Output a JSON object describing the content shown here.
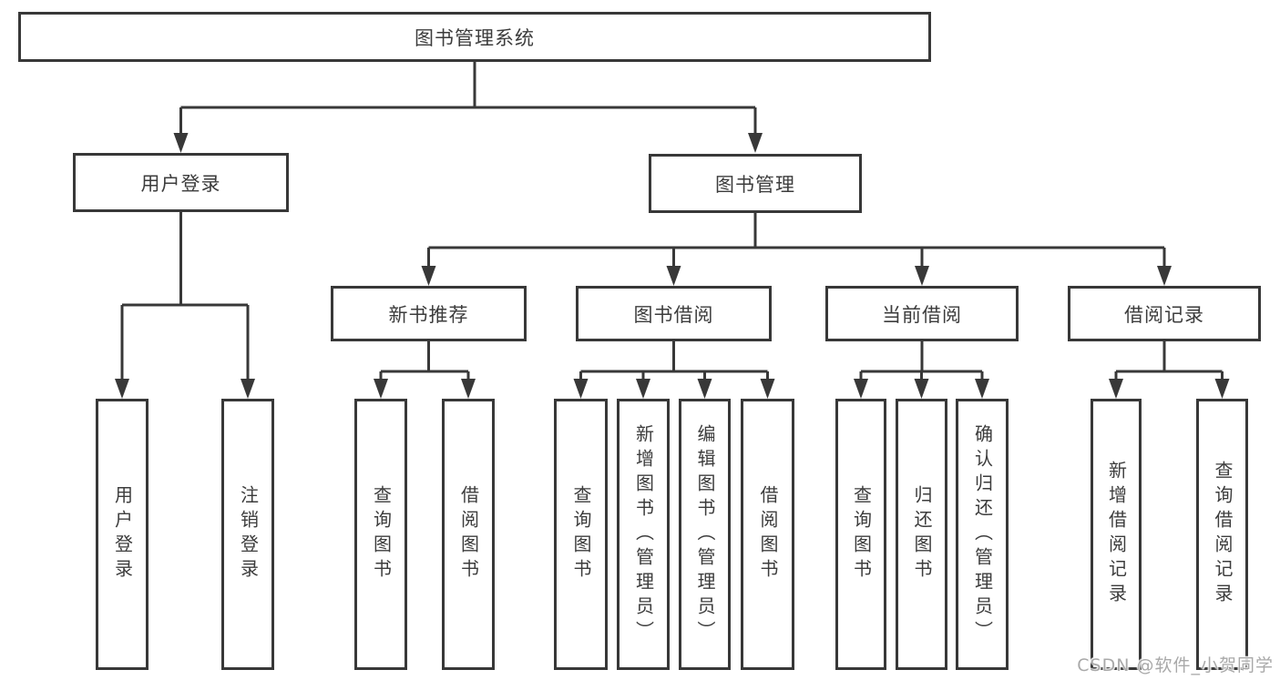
{
  "diagram": {
    "tree": {
      "root": {
        "label": "图书管理系统",
        "children": [
          {
            "label": "用户登录",
            "children": [
              {
                "label": "用户登录"
              },
              {
                "label": "注销登录"
              }
            ]
          },
          {
            "label": "图书管理",
            "children": [
              {
                "label": "新书推荐",
                "children": [
                  {
                    "label": "查询图书"
                  },
                  {
                    "label": "借阅图书"
                  }
                ]
              },
              {
                "label": "图书借阅",
                "children": [
                  {
                    "label": "查询图书"
                  },
                  {
                    "label": "新增图书（管理员）"
                  },
                  {
                    "label": "编辑图书（管理员）"
                  },
                  {
                    "label": "借阅图书"
                  }
                ]
              },
              {
                "label": "当前借阅",
                "children": [
                  {
                    "label": "查询图书"
                  },
                  {
                    "label": "归还图书"
                  },
                  {
                    "label": "确认归还（管理员）"
                  }
                ]
              },
              {
                "label": "借阅记录",
                "children": [
                  {
                    "label": "新增借阅记录"
                  },
                  {
                    "label": "查询借阅记录"
                  }
                ]
              }
            ]
          }
        ]
      }
    },
    "colors": {
      "line": "#383838",
      "box_border": "#383838",
      "text": "#3c3c3c",
      "background": "#ffffff",
      "watermark": "#a9a9a9"
    }
  },
  "watermark": {
    "text": "CSDN @软件_小贺同学"
  }
}
